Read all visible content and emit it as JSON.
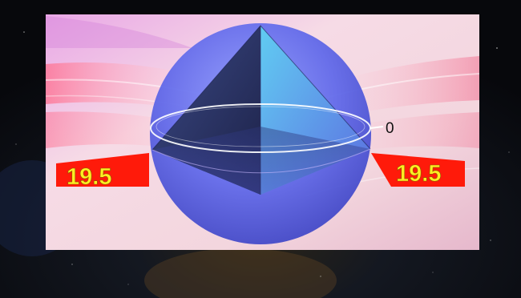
{
  "labels": {
    "left_angle": "19.5",
    "right_angle": "19.5",
    "equator": "0"
  },
  "colors": {
    "banner": "#ff1a0a",
    "label_text": "#ffee22",
    "sphere": "#5a63e8",
    "space_background": "#0b0d12"
  }
}
